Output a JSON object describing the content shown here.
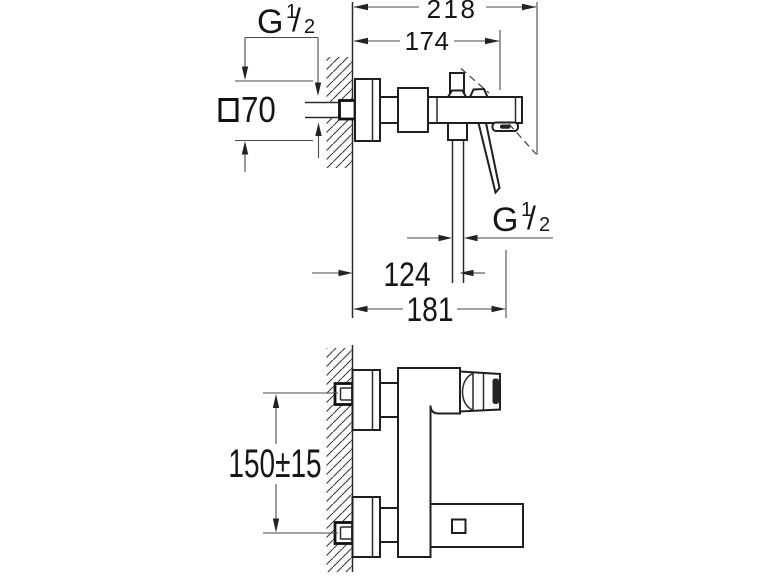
{
  "colors": {
    "background": "#ffffff",
    "object_line": "#1f1f1f",
    "dimension_line": "#4a4a4a",
    "text": "#161616"
  },
  "top_view": {
    "overall_width": "218",
    "body_width": "174",
    "outlet_offset": "124",
    "overall_depth": "181",
    "inlet_thread": {
      "g": "G",
      "num": "1",
      "slash": "/",
      "den": "2"
    },
    "outlet_thread": {
      "g": "G",
      "num": "1",
      "slash": "/",
      "den": "2"
    },
    "flange_size": {
      "symbol": "□",
      "value": "70"
    }
  },
  "front_view": {
    "connection_spacing": "150±15"
  }
}
